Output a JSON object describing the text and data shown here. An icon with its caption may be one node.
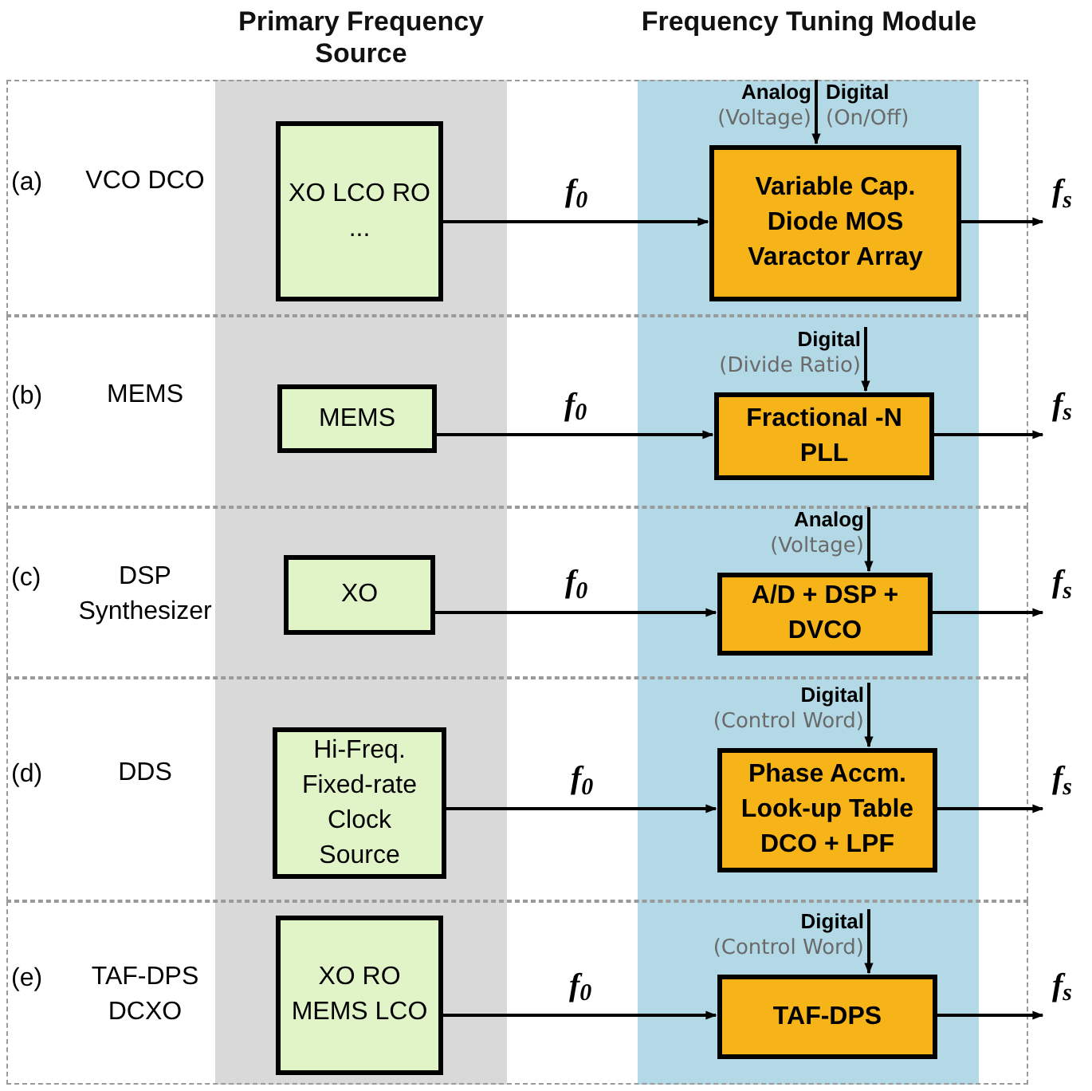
{
  "diagram": {
    "nodes": [
      {
        "text": [
          "(a)",
          "VCO DCO"
        ]
      },
      {
        "text": [
          "XO LCO RO ..."
        ],
        "in": 0
      },
      {
        "text": [
          "Variable Cap. Diode MOS Varactor Array"
        ],
        "in": 0,
        "beside": [
          "Analog",
          "(Voltage)",
          "Digital",
          "(On/Off)"
        ]
      },
      {
        "text": [
          "(b)",
          "MEMS"
        ]
      },
      {
        "text": [
          "MEMS"
        ],
        "in": 3
      },
      {
        "text": [
          "Fractional -N PLL"
        ],
        "in": 3,
        "beside": [
          "Digital",
          "(Divide Ratio)"
        ]
      },
      {
        "text": [
          "(c)",
          "DSP Synthesizer"
        ]
      },
      {
        "text": [
          "XO"
        ],
        "in": 6
      },
      {
        "text": [
          "A/D + DSP + DVCO"
        ],
        "in": 6,
        "beside": [
          "Analog",
          "(Voltage)"
        ]
      },
      {
        "text": [
          "(d)",
          "DDS"
        ]
      },
      {
        "text": [
          "Hi-Freq. Fixed-rate Clock Source"
        ],
        "in": 9
      },
      {
        "text": [
          "Phase Accm. Look-up Table DCO + LPF"
        ],
        "in": 9,
        "beside": [
          "Digital",
          "(Control Word)"
        ]
      },
      {
        "text": [
          "(e)",
          "TAF-DPS DCXO"
        ]
      },
      {
        "text": [
          "XO RO MEMS LCO"
        ],
        "in": 12
      },
      {
        "text": [
          "TAF-DPS"
        ],
        "in": 12,
        "beside": [
          "Digital",
          "(Control Word)"
        ]
      }
    ],
    "edges": [
      {
        "from": 1,
        "to": 2,
        "arrow": "to",
        "label": "f$_{0}$"
      },
      {
        "from": null,
        "to": 2,
        "arrow": "to"
      },
      {
        "from": 2,
        "to": null,
        "arrow": "to",
        "label": "f$_{s}$"
      },
      {
        "from": 4,
        "to": 5,
        "arrow": "to",
        "label": "f$_{0}$"
      },
      {
        "from": null,
        "to": 5,
        "arrow": "to"
      },
      {
        "from": 5,
        "to": null,
        "arrow": "to",
        "label": "f$_{s}$"
      },
      {
        "from": 7,
        "to": 8,
        "arrow": "to",
        "label": "f$_{0}$"
      },
      {
        "from": null,
        "to": 8,
        "arrow": "to"
      },
      {
        "from": 8,
        "to": null,
        "arrow": "to",
        "label": "f$_{s}$"
      },
      {
        "from": 10,
        "to": 11,
        "arrow": "to",
        "label": "f$_{0}$"
      },
      {
        "from": null,
        "to": 11,
        "arrow": "to"
      },
      {
        "from": 11,
        "to": null,
        "arrow": "to",
        "label": "f$_{s}$"
      },
      {
        "from": 13,
        "to": 14,
        "arrow": "to",
        "label": "f$_{0}$"
      },
      {
        "from": null,
        "to": 14,
        "arrow": "to"
      },
      {
        "from": 14,
        "to": null,
        "arrow": "to",
        "label": "f$_{s}$"
      }
    ],
    "labels": [
      "Primary Frequency Source",
      "Frequency Tuning Module"
    ]
  }
}
